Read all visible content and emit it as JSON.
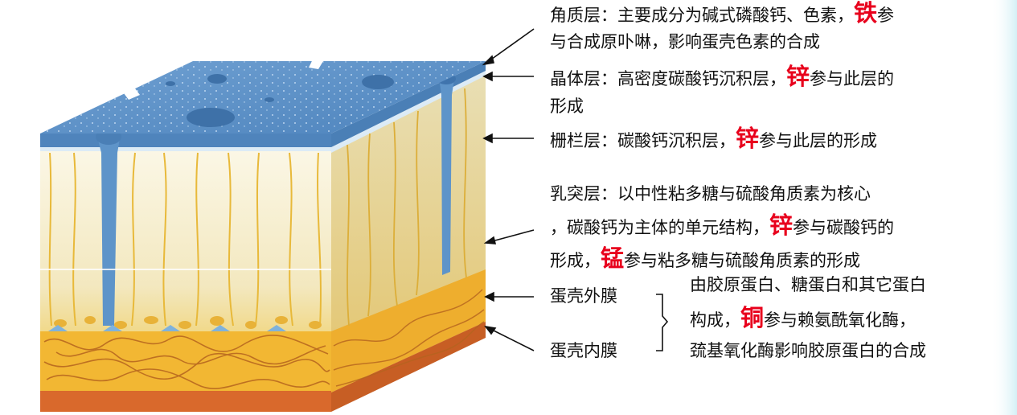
{
  "labels": {
    "cuticle": {
      "line1_pre": "角质层：主要成分为碱式磷酸钙、色素，",
      "element": "铁",
      "line1_post": "参",
      "line2": "与合成原卟啉，影响蛋壳色素的合成"
    },
    "crystal": {
      "line1_pre": "晶体层：高密度碳酸钙沉积层，",
      "element": "锌",
      "line1_post": "参与此层的",
      "line2": "形成"
    },
    "palisade": {
      "line1_pre": "栅栏层：碳酸钙沉积层，",
      "element": "锌",
      "line1_post": "参与此层的形成"
    },
    "mammillary": {
      "line1": "乳突层：以中性粘多糖与硫酸角质素为核心",
      "line2_pre": "，碳酸钙为主体的单元结构，",
      "element1": "锌",
      "line2_post": "参与碳酸钙的",
      "line3_pre": "形成，",
      "element2": "锰",
      "line3_post": "参与粘多糖与硫酸角质素的形成"
    },
    "outer_membrane": "蛋壳外膜",
    "inner_membrane": "蛋壳内膜",
    "membranes": {
      "line1": "由胶原蛋白、糖蛋白和其它蛋白",
      "line2_pre": "构成，",
      "element": "铜",
      "line2_post": "参与赖氨酰氧化酶，",
      "line3": "巯基氧化酶影响胶原蛋白的合成"
    }
  },
  "colors": {
    "element_highlight": "#e8001c",
    "top_layer": "#5b8fc4",
    "palisade": "#f6efd8",
    "membrane": "#f2b733",
    "base": "#d9692c"
  }
}
